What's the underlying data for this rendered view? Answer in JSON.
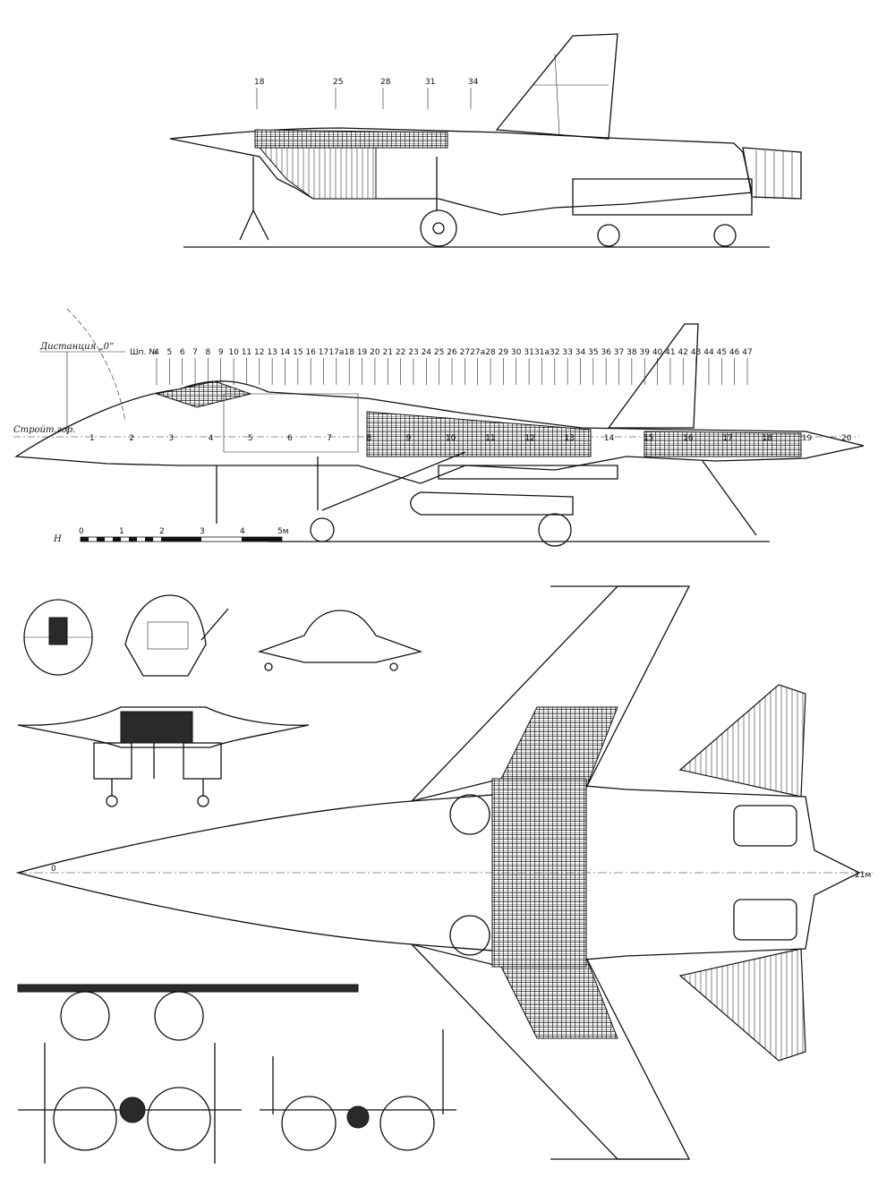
{
  "top_view_frames": [
    "18",
    "25",
    "28",
    "31",
    "34"
  ],
  "side_view": {
    "datum_label": "Дистанция „0“",
    "construction_line_label": "Стройт.гор.",
    "frame_prefix": "Шп. №",
    "frames": [
      "4",
      "5",
      "6",
      "7",
      "8",
      "9",
      "10",
      "11",
      "12",
      "13",
      "14",
      "15",
      "16",
      "17",
      "17а",
      "18",
      "19",
      "20",
      "21",
      "22",
      "23",
      "24",
      "25",
      "26",
      "27",
      "27а",
      "28",
      "29",
      "30",
      "31",
      "31а",
      "32",
      "33",
      "34",
      "35",
      "36",
      "37",
      "38",
      "39",
      "40",
      "41",
      "42",
      "43",
      "44",
      "45",
      "46",
      "47"
    ],
    "station_labels": [
      "1",
      "2",
      "3",
      "4",
      "5",
      "6",
      "7",
      "8",
      "9",
      "10",
      "11",
      "12",
      "13",
      "14",
      "15",
      "16",
      "17",
      "18",
      "19",
      "20"
    ]
  },
  "scale_bar": {
    "ticks": [
      "0",
      "1",
      "2",
      "3",
      "4",
      "5м"
    ],
    "mark": "Н"
  },
  "plan_view": {
    "nose_label": "0",
    "tail_label": "21м"
  }
}
